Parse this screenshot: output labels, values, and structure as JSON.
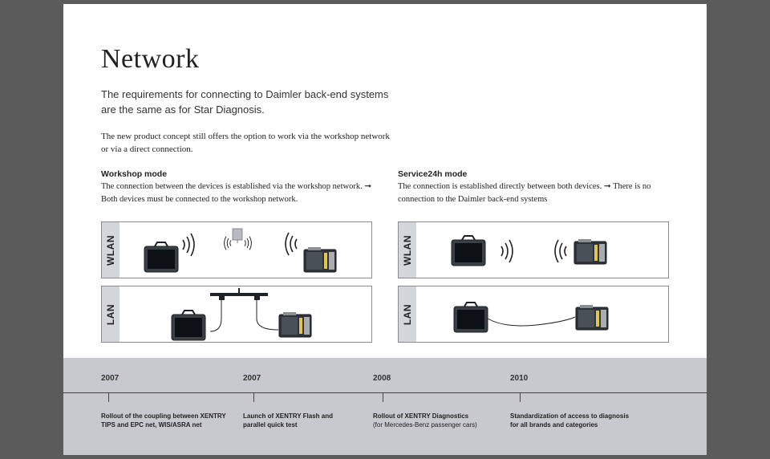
{
  "page": {
    "title": "Network",
    "lead": "The requirements for connecting to Daimler back-end systems are the same as for Star Diagnosis.",
    "paragraph": "The new product concept still offers the option to work via the workshop network or via a direct connection."
  },
  "modes": {
    "workshop": {
      "heading": "Workshop mode",
      "text": "The connection between the devices is established via the workshop network. ➞ Both devices must be connected to the workshop network."
    },
    "service24h": {
      "heading": "Service24h mode",
      "text": "The connection is established directly between both devices. ➞ There is no connection to the Daimler back-end systems"
    }
  },
  "diagrams": {
    "wlan_label": "WLAN",
    "lan_label": "LAN"
  },
  "timeline": [
    {
      "year": "2007",
      "line1": "Rollout of the coupling between XENTRY",
      "line2": "TIPS and EPC net, WIS/ASRA net"
    },
    {
      "year": "2007",
      "line1": "Launch of XENTRY Flash and",
      "line2": "parallel quick test"
    },
    {
      "year": "2008",
      "line1": "Rollout of XENTRY Diagnostics",
      "line2": "(for Mercedes-Benz passenger cars)"
    },
    {
      "year": "2010",
      "line1": "Standardization of access to diagnosis",
      "line2": "for all brands and categories"
    }
  ],
  "colors": {
    "background": "#5b5b5b",
    "page": "#ffffff",
    "timeline_band": "#c6c9cd",
    "diagram_sidebar": "#d3d6da",
    "accent_yellow": "#e2c64a"
  }
}
